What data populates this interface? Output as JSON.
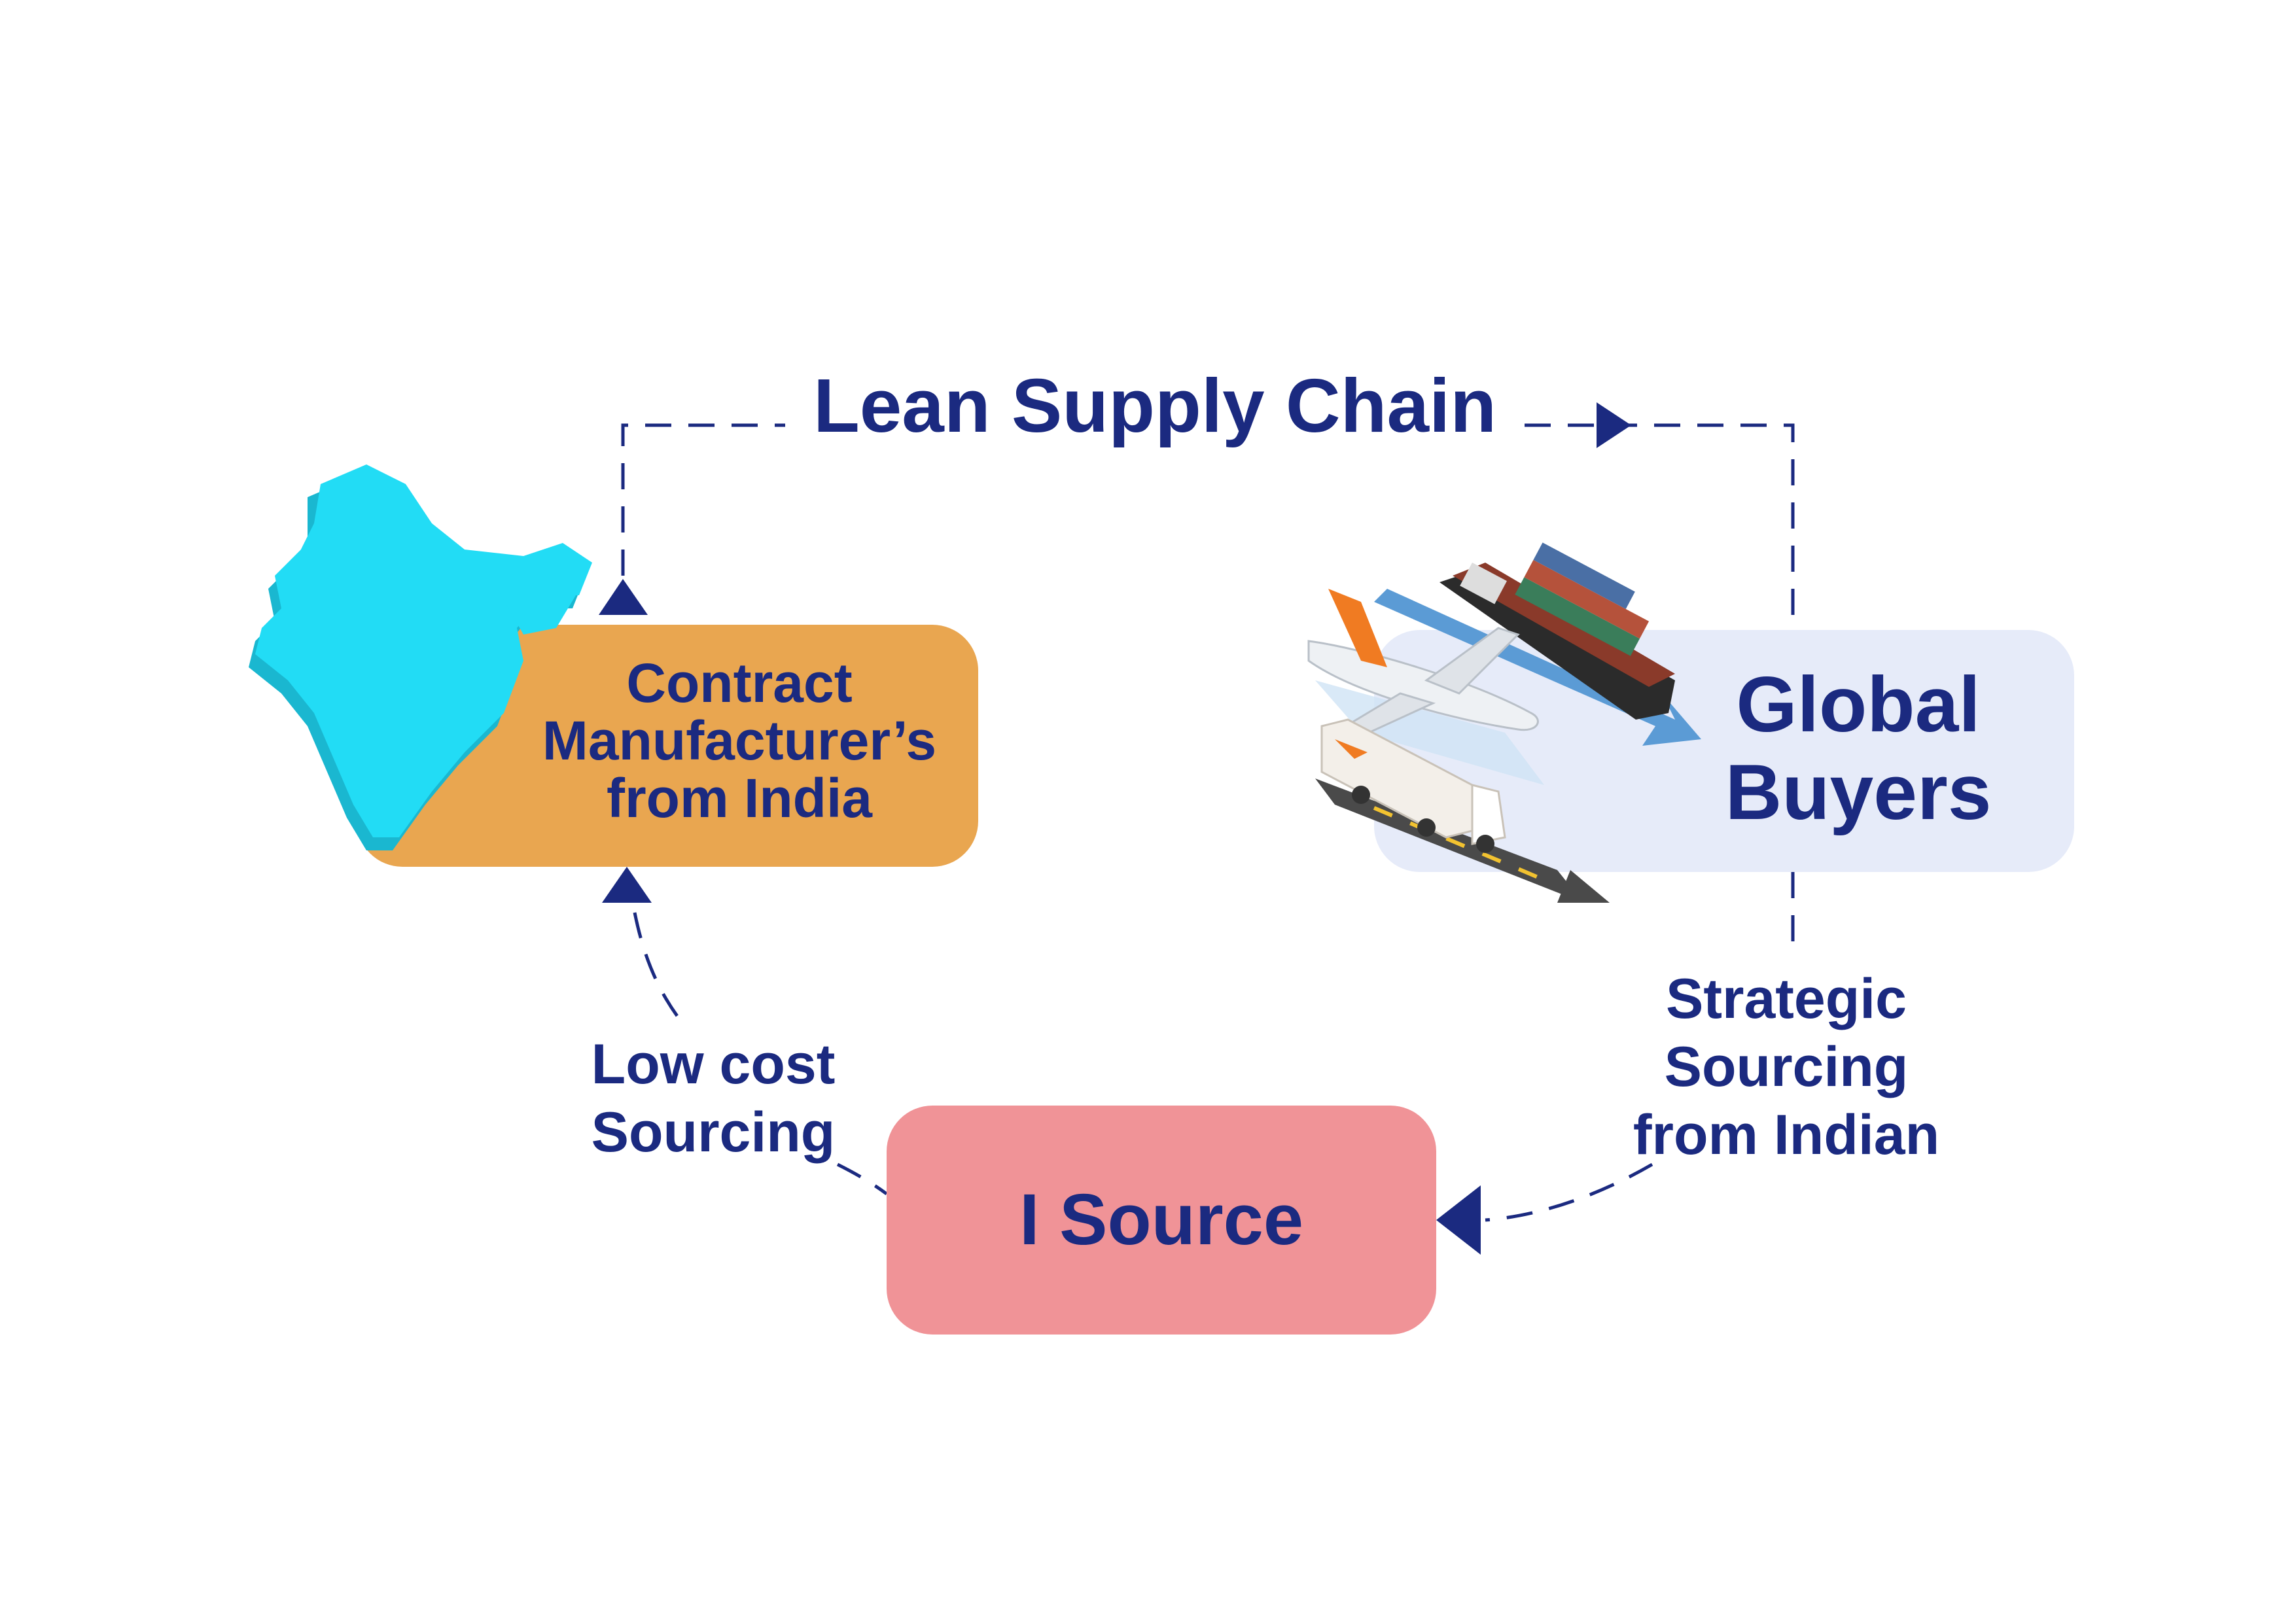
{
  "title": "Lean Supply Chain",
  "nodes": {
    "manufacturer": {
      "lines": [
        "Contract",
        "Manufacturer’s",
        "from India"
      ],
      "color": "#e9a650"
    },
    "buyers": {
      "lines": [
        "Global",
        "Buyers"
      ],
      "color": "#e6ebf9"
    },
    "isource": {
      "label": "I Source",
      "color": "#f09397"
    }
  },
  "edges": {
    "low_cost": {
      "lines": [
        "Low cost",
        "Sourcing"
      ]
    },
    "strategic": {
      "lines": [
        "Strategic",
        "Sourcing",
        "from Indian"
      ]
    }
  },
  "icons": {
    "map": "india-map-icon",
    "transport": "transport-logistics-icon"
  },
  "colors": {
    "text": "#1b2a80",
    "line": "#1b2a80",
    "map": "#22dcf5"
  }
}
